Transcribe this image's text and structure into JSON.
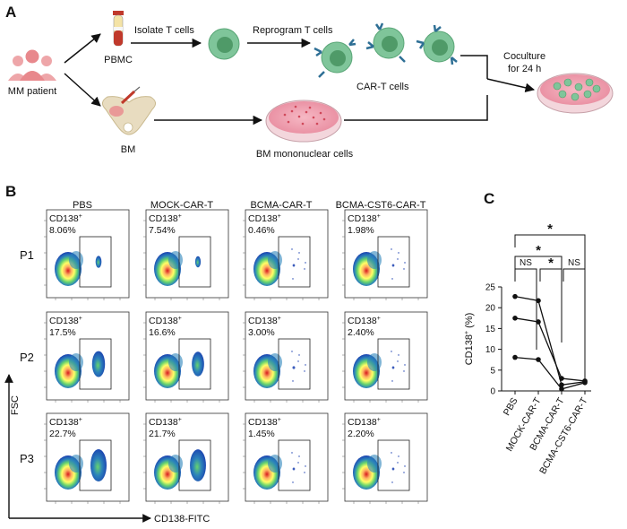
{
  "panels": {
    "a": "A",
    "b": "B",
    "c": "C"
  },
  "schematic": {
    "patient": "MM patient",
    "pbmc": "PBMC",
    "bm": "BM",
    "isolate": "Isolate T cells",
    "reprogram": "Reprogram T cells",
    "cart": "CAR-T cells",
    "bmmono": "BM mononuclear cells",
    "coculture1": "Coculture",
    "coculture2": "for 24 h"
  },
  "flow": {
    "columns": [
      "PBS",
      "MOCK-CAR-T",
      "BCMA-CAR-T",
      "BCMA-CST6-CAR-T"
    ],
    "rows": [
      {
        "label": "P1",
        "pct": [
          "8.06%",
          "7.54%",
          "0.46%",
          "1.98%"
        ]
      },
      {
        "label": "P2",
        "pct": [
          "17.5%",
          "16.6%",
          "3.00%",
          "2.40%"
        ]
      },
      {
        "label": "P3",
        "pct": [
          "22.7%",
          "21.7%",
          "1.45%",
          "2.20%"
        ]
      }
    ],
    "gate_label": "CD138",
    "gate_sup": "+",
    "x_axis": "CD138-FITC",
    "y_axis": "FSC"
  },
  "chart_data": {
    "type": "line",
    "categories": [
      "PBS",
      "MOCK-CAR-T",
      "BCMA-CAR-T",
      "BCMA-CST6-CAR-T"
    ],
    "series": [
      {
        "values": [
          8.06,
          7.54,
          0.46,
          1.98
        ]
      },
      {
        "values": [
          17.5,
          16.6,
          3.0,
          2.4
        ]
      },
      {
        "values": [
          22.7,
          21.7,
          1.45,
          2.2
        ]
      }
    ],
    "ylabel": "CD138",
    "ylabel_sup": "+",
    "ylabel_unit": " (%)",
    "ylim": [
      0,
      25
    ],
    "yticks": [
      "0",
      "5",
      "10",
      "15",
      "20",
      "25"
    ],
    "significance": [
      {
        "from": 0,
        "to": 1,
        "text": "NS"
      },
      {
        "from": 0,
        "to": 2,
        "text": "*"
      },
      {
        "from": 1,
        "to": 2,
        "text": "*"
      },
      {
        "from": 0,
        "to": 3,
        "text": "*"
      },
      {
        "from": 2,
        "to": 3,
        "text": "NS"
      }
    ]
  },
  "colors": {
    "cell": "#7fc59a",
    "nucleus": "#4f9a68",
    "antibody": "#2e6f95",
    "dish": "#f2c6cf",
    "person": "#e8888c"
  }
}
